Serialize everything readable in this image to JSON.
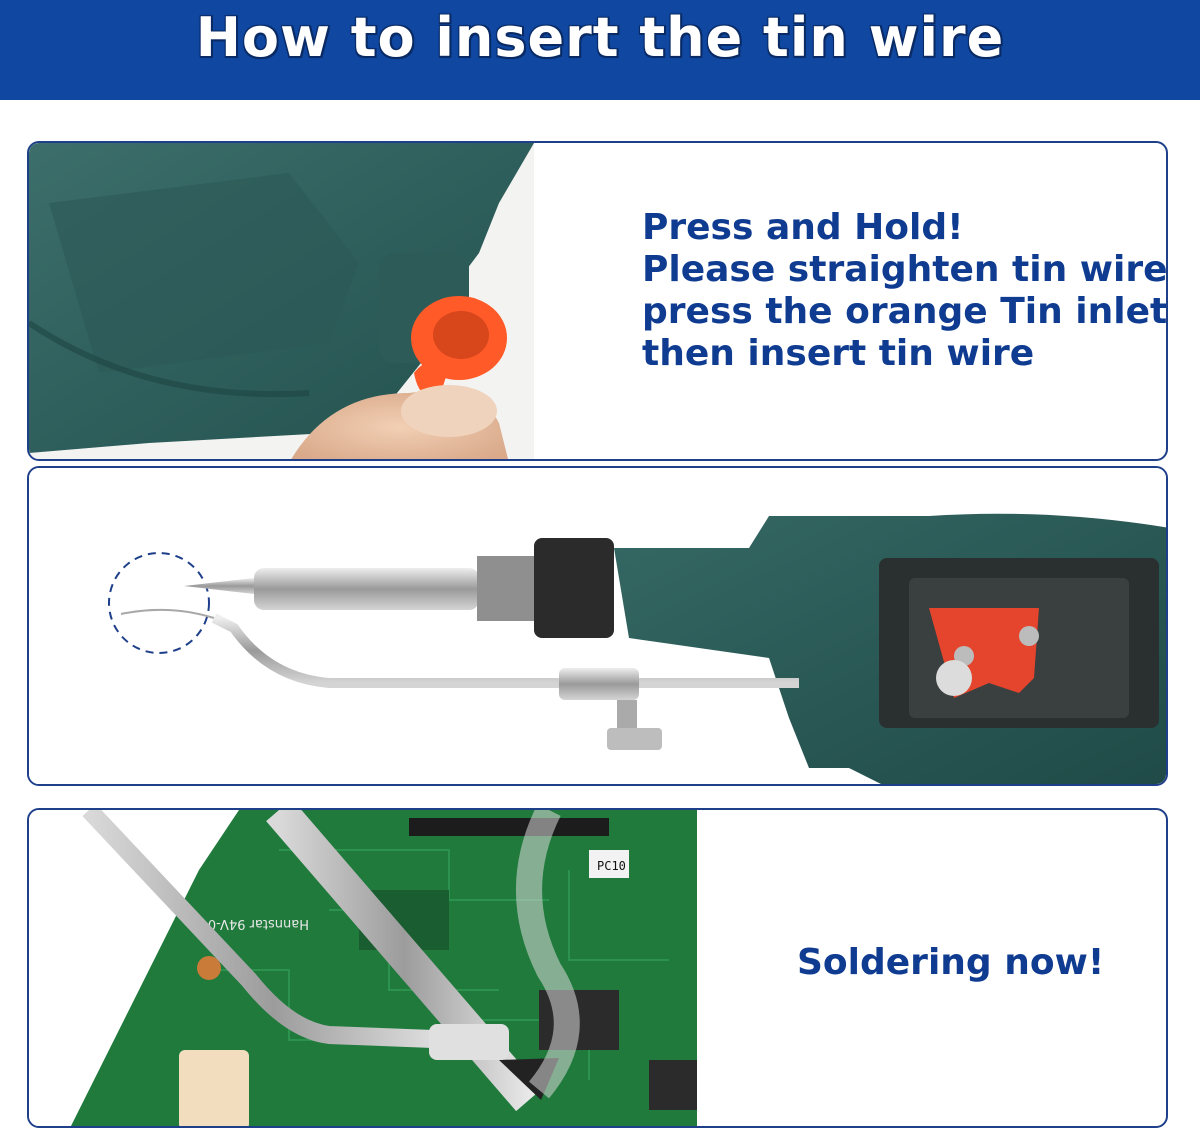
{
  "header": {
    "title": "How to insert the tin wire"
  },
  "steps": [
    {
      "lines": [
        "Press and Hold!",
        "Please straighten tin wire",
        "press the orange Tin inlet",
        "then insert tin wire"
      ],
      "photo": "tin-inlet-press-photo"
    },
    {
      "lines": [],
      "photo": "soldering-iron-wire-feed-photo"
    },
    {
      "lines": [
        "Soldering now!"
      ],
      "photo": "pcb-soldering-photo"
    }
  ],
  "colors": {
    "banner": "#0f47a1",
    "text": "#0f3c91",
    "border": "#1e3f8a",
    "gun": "#2e5c5a",
    "inlet": "#ff5a28",
    "pcb": "#1f7a3c"
  },
  "pcb_labels": {
    "board_text": "PC10",
    "brand_text": "Hannstar 94V-0"
  }
}
